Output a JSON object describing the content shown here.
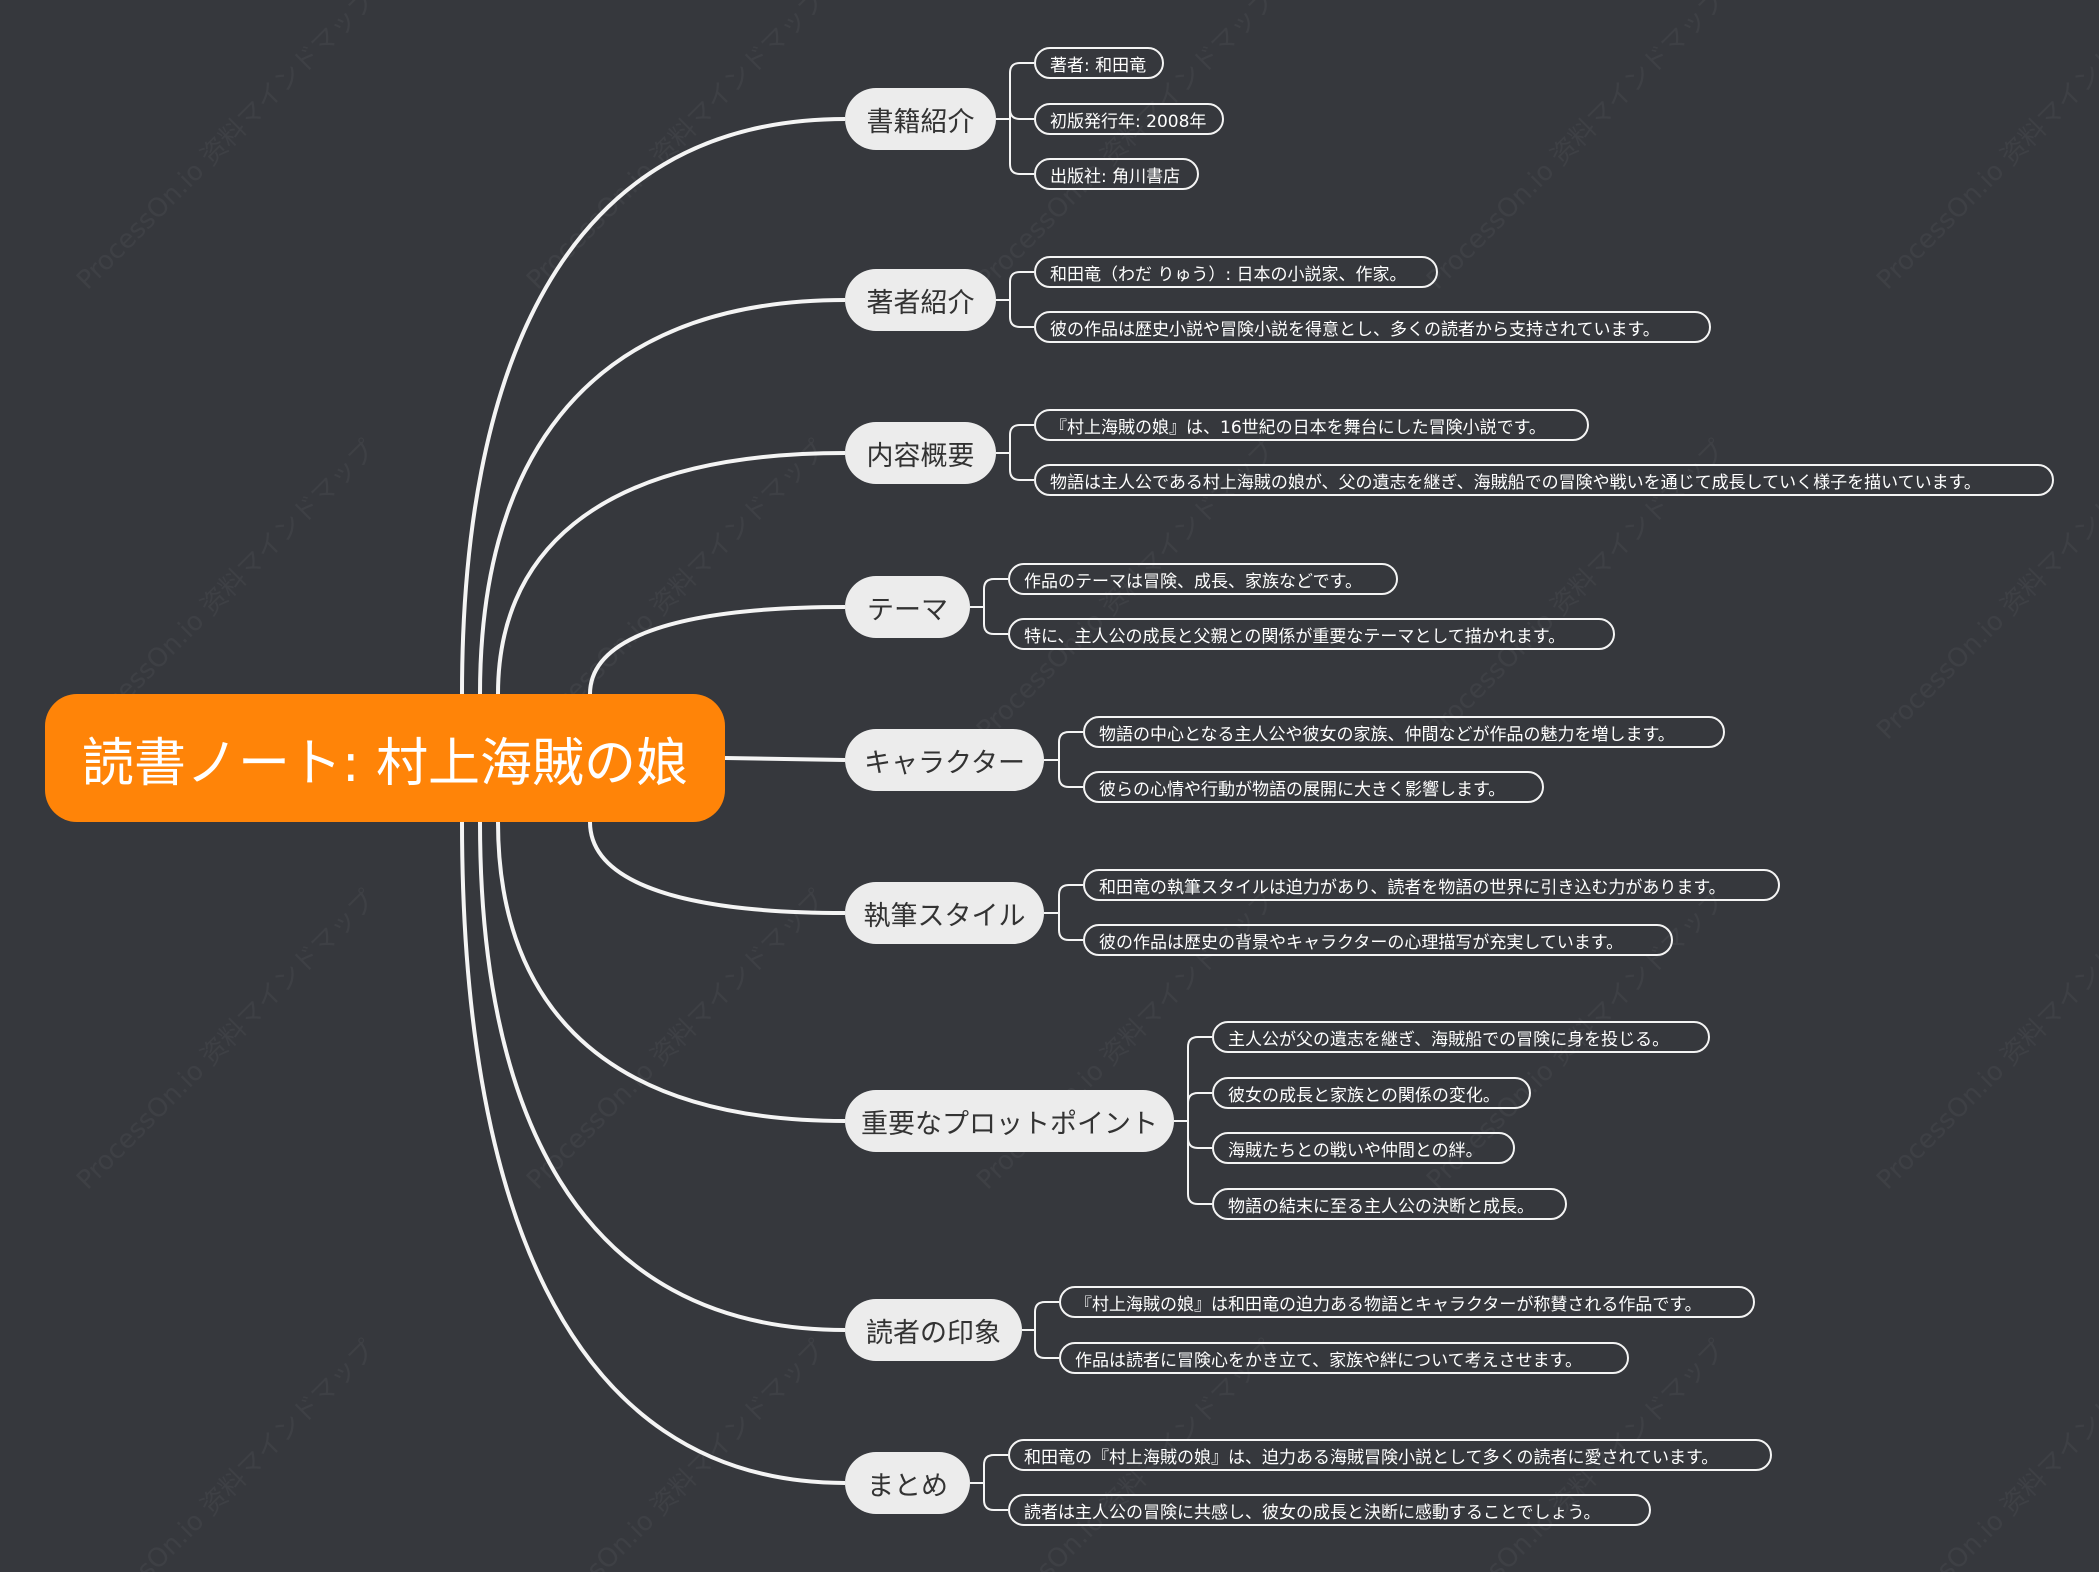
{
  "root": {
    "label": "読書ノート: 村上海賊の娘"
  },
  "watermark": "ProcessOn.io 资料マインドマップ",
  "branches": [
    {
      "label": "書籍紹介",
      "children": [
        "著者: 和田竜",
        "初版発行年: 2008年",
        "出版社: 角川書店"
      ]
    },
    {
      "label": "著者紹介",
      "children": [
        "和田竜（わだ りゅう）: 日本の小説家、作家。",
        "彼の作品は歴史小説や冒険小説を得意とし、多くの読者から支持されています。"
      ]
    },
    {
      "label": "内容概要",
      "children": [
        "『村上海賊の娘』は、16世紀の日本を舞台にした冒険小説です。",
        "物語は主人公である村上海賊の娘が、父の遺志を継ぎ、海賊船での冒険や戦いを通じて成長していく様子を描いています。"
      ]
    },
    {
      "label": "テーマ",
      "children": [
        "作品のテーマは冒険、成長、家族などです。",
        "特に、主人公の成長と父親との関係が重要なテーマとして描かれます。"
      ]
    },
    {
      "label": "キャラクター",
      "children": [
        "物語の中心となる主人公や彼女の家族、仲間などが作品の魅力を増します。",
        "彼らの心情や行動が物語の展開に大きく影響します。"
      ]
    },
    {
      "label": "執筆スタイル",
      "children": [
        "和田竜の執筆スタイルは迫力があり、読者を物語の世界に引き込む力があります。",
        "彼の作品は歴史の背景やキャラクターの心理描写が充実しています。"
      ]
    },
    {
      "label": "重要なプロットポイント",
      "children": [
        "主人公が父の遺志を継ぎ、海賊船での冒険に身を投じる。",
        "彼女の成長と家族との関係の変化。",
        "海賊たちとの戦いや仲間との絆。",
        "物語の結末に至る主人公の決断と成長。"
      ]
    },
    {
      "label": "読者の印象",
      "children": [
        "『村上海賊の娘』は和田竜の迫力ある物語とキャラクターが称賛される作品です。",
        "作品は読者に冒険心をかき立て、家族や絆について考えさせます。"
      ]
    },
    {
      "label": "まとめ",
      "children": [
        "和田竜の『村上海賊の娘』は、迫力ある海賊冒険小説として多くの読者に愛されています。",
        "読者は主人公の冒険に共感し、彼女の成長と決断に感動することでしょう。"
      ]
    }
  ]
}
